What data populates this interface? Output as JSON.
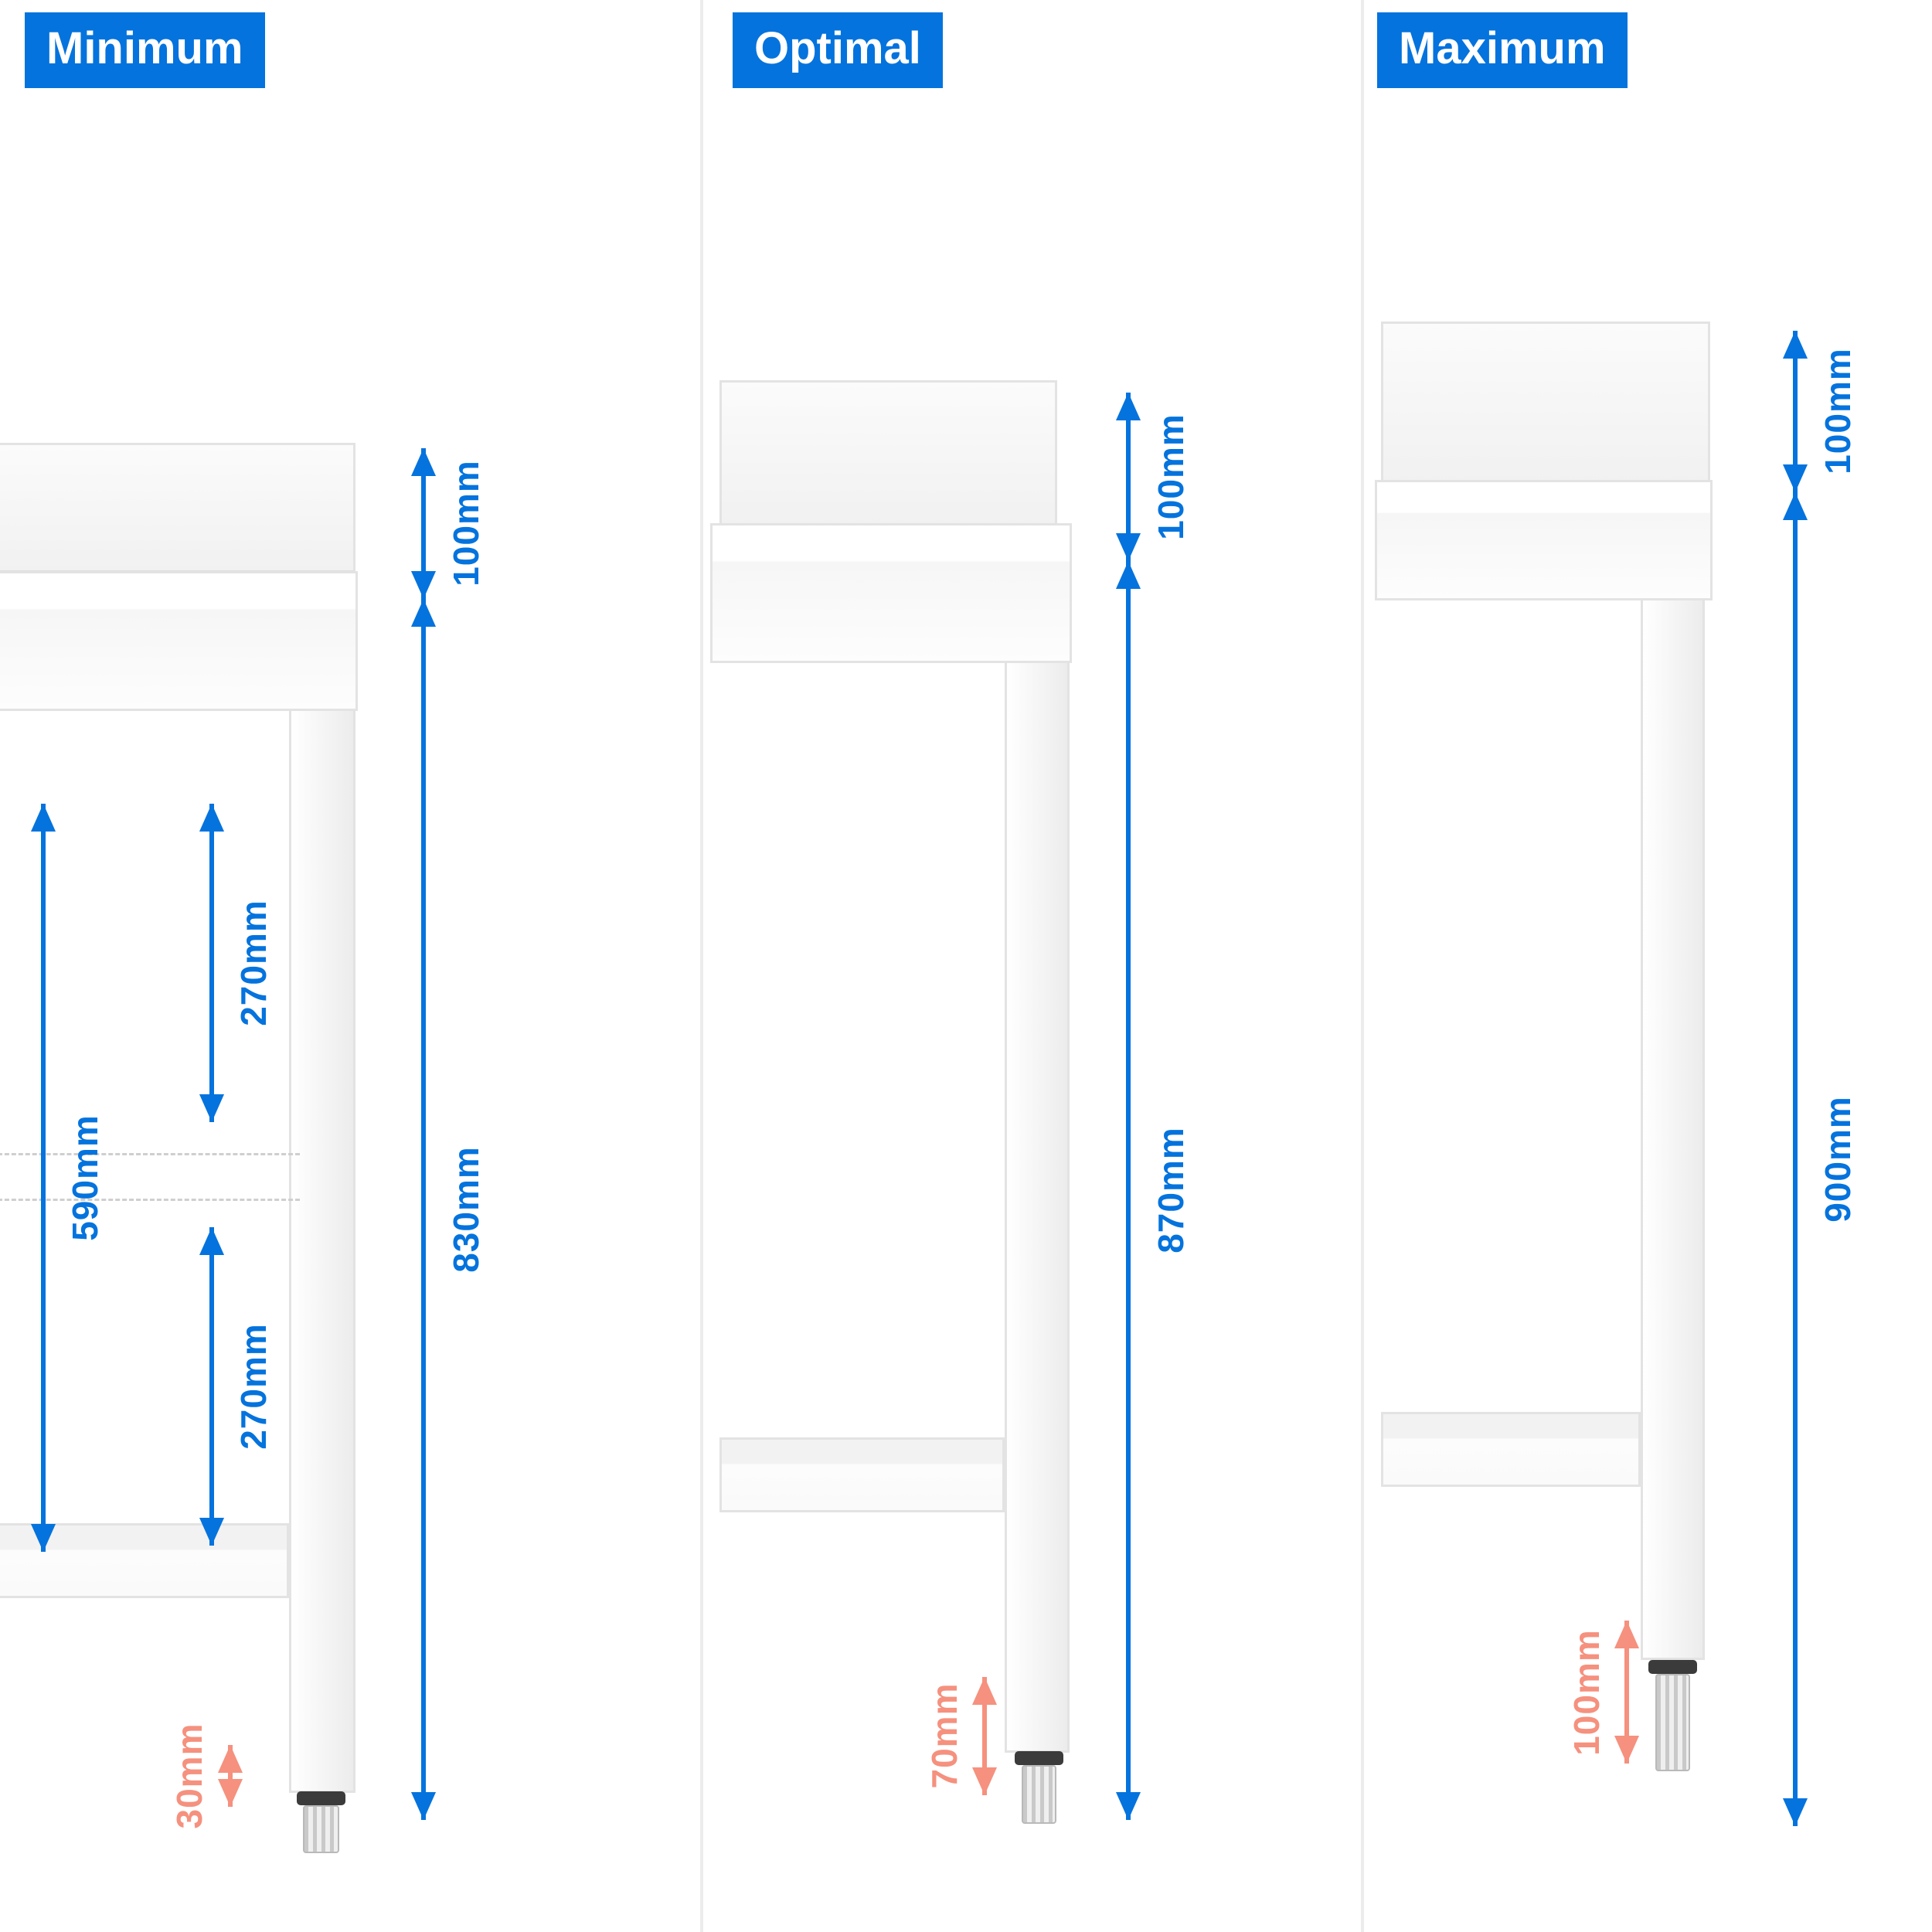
{
  "panels": [
    {
      "id": "minimum",
      "label": "Minimum",
      "dims": {
        "backsplash": "100mm",
        "total": "830mm",
        "inner": "590mm",
        "upper": "270mm",
        "lower": "270mm",
        "foot": "30mm"
      }
    },
    {
      "id": "optimal",
      "label": "Optimal",
      "dims": {
        "backsplash": "100mm",
        "total": "870mm",
        "foot": "70mm"
      }
    },
    {
      "id": "maximum",
      "label": "Maximum",
      "dims": {
        "backsplash": "100mm",
        "total": "900mm",
        "foot": "100mm"
      }
    }
  ],
  "colors": {
    "accent_blue": "#0473dd",
    "foot_salmon": "#f5917e",
    "divider_gray": "#ececec",
    "outline_gray": "#e3e3e3"
  }
}
